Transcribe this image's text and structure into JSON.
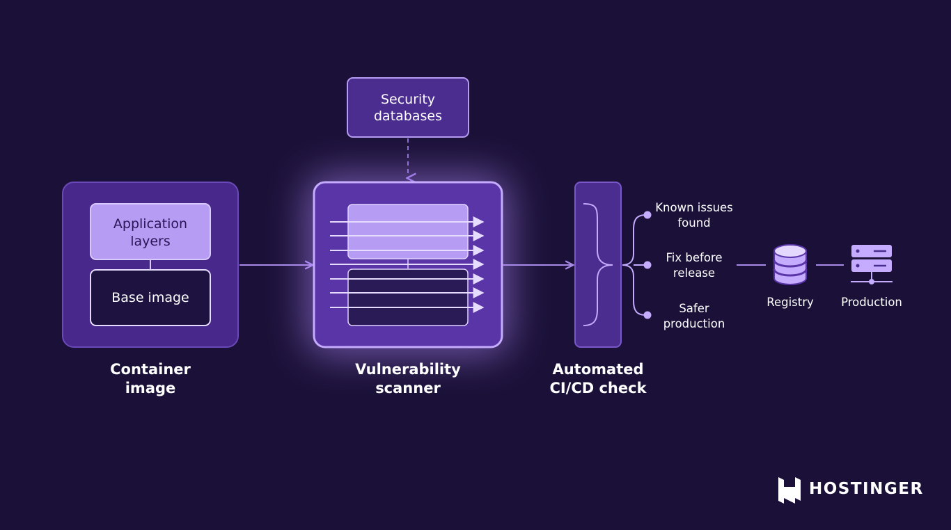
{
  "nodes": {
    "security_db": "Security databases",
    "app_layers": "Application layers",
    "base_image": "Base image",
    "container_caption": "Container image",
    "scanner_caption": "Vulnerability scanner",
    "cicd_caption": "Automated CI/CD check",
    "outcome_known": "Known issues found",
    "outcome_fix": "Fix before release",
    "outcome_safer": "Safer production",
    "registry": "Registry",
    "production": "Production"
  },
  "brand": {
    "name": "HOSTINGER"
  },
  "icons": [
    "database-icon",
    "server-icon",
    "hostinger-logo-icon"
  ],
  "colors": {
    "background": "#1b1138",
    "box_fill": "#4b2c8f",
    "box_stroke": "#7a58c9",
    "light_fill": "#b69cf2",
    "accent": "#c6acff",
    "glow": "#b48cff"
  }
}
